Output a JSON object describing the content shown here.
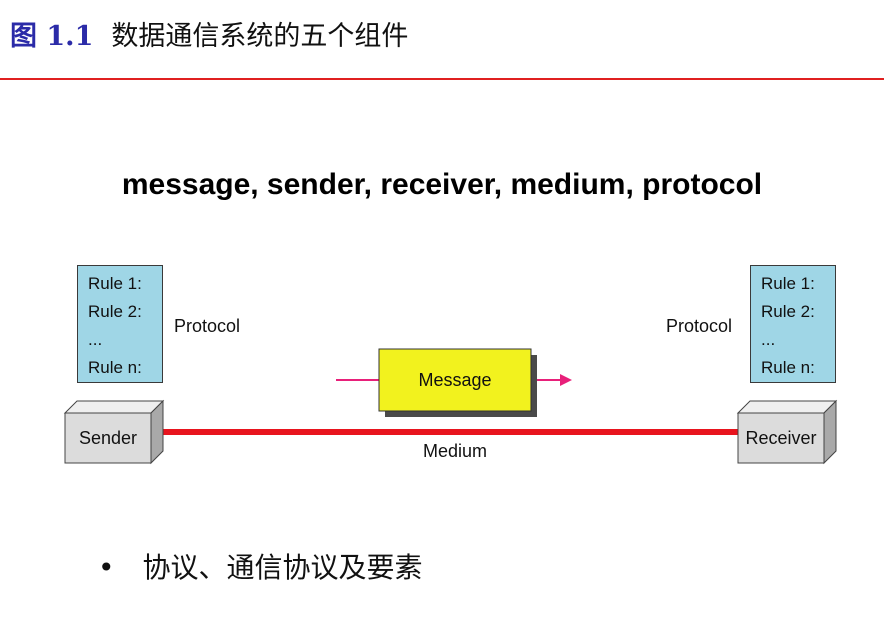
{
  "header": {
    "figure_number": "图 1.1",
    "caption": "数据通信系统的五个组件"
  },
  "subtitle": "message, sender, receiver, medium, protocol",
  "diagram": {
    "sender_rules": [
      "Rule 1:",
      "Rule 2:",
      "...",
      "Rule n:"
    ],
    "receiver_rules": [
      "Rule 1:",
      "Rule 2:",
      "...",
      "Rule n:"
    ],
    "sender_protocol_label": "Protocol",
    "receiver_protocol_label": "Protocol",
    "sender_label": "Sender",
    "receiver_label": "Receiver",
    "message_label": "Message",
    "medium_label": "Medium",
    "colors": {
      "medium_line": "#e8141e",
      "arrow": "#e8207a",
      "message_fill": "#f2f21e",
      "rule_box_fill": "#9fd6e6",
      "device_fill": "#dcdcdc"
    }
  },
  "bullet": {
    "marker": "•",
    "text": "协议、通信协议及要素"
  }
}
